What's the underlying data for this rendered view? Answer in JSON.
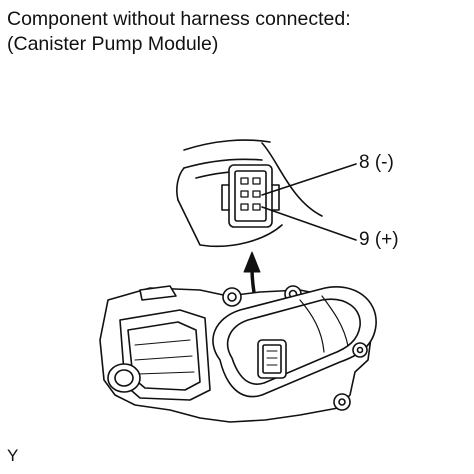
{
  "header": {
    "title": "Component without harness connected:",
    "subtitle": "(Canister Pump Module)"
  },
  "callouts": [
    {
      "label": "8 (-)"
    },
    {
      "label": "9 (+)"
    }
  ],
  "figure_code": "Y",
  "colors": {
    "line": "#111111",
    "background": "#ffffff"
  }
}
